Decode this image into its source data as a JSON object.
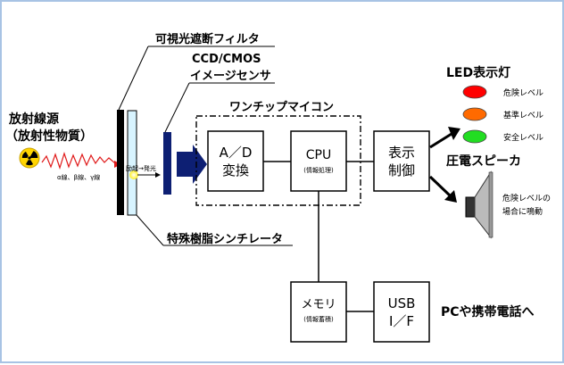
{
  "source": {
    "line1": "放射線源",
    "line2": "（放射性物質）",
    "rays_label": "α線、β線、γ線"
  },
  "filter_label": "可視光遮断フィルタ",
  "sensor_label": {
    "line1": "CCD/CMOS",
    "line2": "イメージセンサ"
  },
  "scintillator_label": "特殊樹脂シンチレータ",
  "emission_label": "励起→発光",
  "mcu_label": "ワンチップマイコン",
  "blocks": {
    "adc": {
      "line1": "A／D",
      "line2": "変換"
    },
    "cpu": {
      "line1": "CPU",
      "line2": "(情報処理)"
    },
    "display": {
      "line1": "表示",
      "line2": "制御"
    },
    "memory": {
      "line1": "メモリ",
      "line2": "(情報蓄積)"
    },
    "usb": {
      "line1": "USB",
      "line2": "I／F"
    }
  },
  "led": {
    "title": "LED表示灯",
    "items": [
      {
        "color": "#ff0000",
        "label": "危険レベル"
      },
      {
        "color": "#ff6a00",
        "label": "基準レベル"
      },
      {
        "color": "#22dd22",
        "label": "安全レベル"
      }
    ]
  },
  "speaker": {
    "title": "圧電スピーカ",
    "line1": "危険レベルの",
    "line2": "場合に鳴動"
  },
  "pc_label": "PCや携帯電話へ"
}
